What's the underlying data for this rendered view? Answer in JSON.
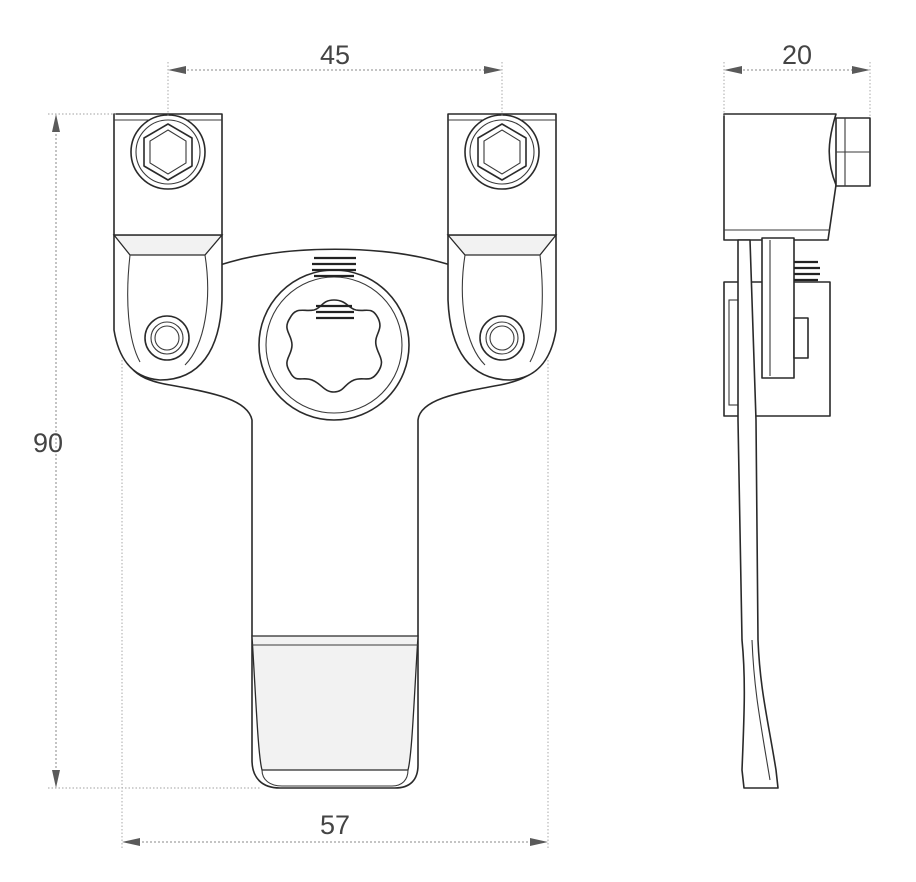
{
  "dimensions": {
    "width_between_bolts": "45",
    "overall_width": "57",
    "overall_height": "90",
    "side_depth": "20"
  },
  "colors": {
    "line": "#2a2a2a",
    "dimension_line": "#8a8a8a",
    "text": "#444444",
    "background": "#ffffff"
  }
}
